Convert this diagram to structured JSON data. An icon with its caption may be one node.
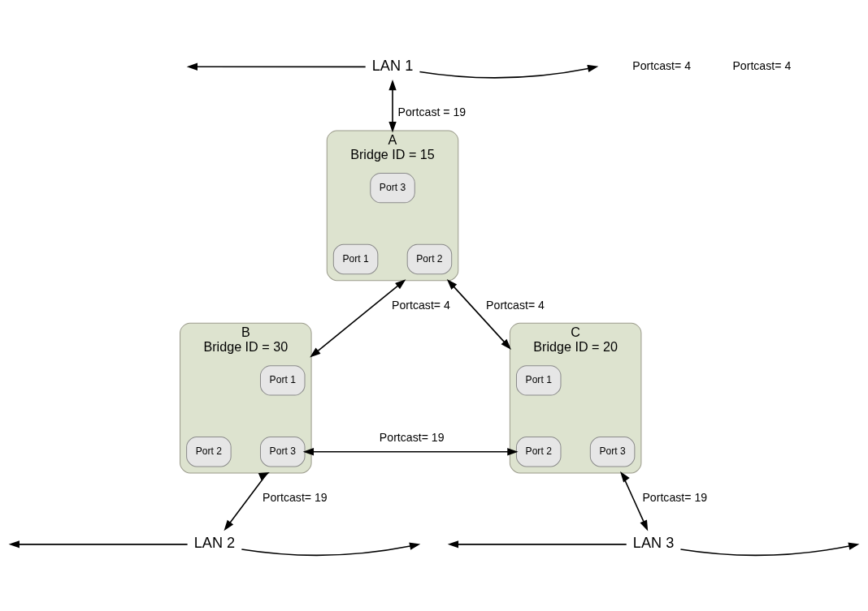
{
  "diagram": {
    "nodes": [
      {
        "text": [
          "LAN 1"
        ]
      },
      {
        "text": [
          "A",
          "Bridge ID = 15"
        ]
      },
      {
        "text": [
          "Port 3"
        ],
        "in": 1
      },
      {
        "text": [
          "Port 1"
        ],
        "in": 1
      },
      {
        "text": [
          "Port 2"
        ],
        "in": 1
      },
      {
        "text": [
          "B",
          "Bridge ID = 30"
        ]
      },
      {
        "text": [
          "Port 1"
        ],
        "in": 5
      },
      {
        "text": [
          "Port 2"
        ],
        "in": 5
      },
      {
        "text": [
          "Port 3"
        ],
        "in": 5
      },
      {
        "text": [
          "C",
          "Bridge ID = 20"
        ]
      },
      {
        "text": [
          "Port 1"
        ],
        "in": 9
      },
      {
        "text": [
          "Port 2"
        ],
        "in": 9
      },
      {
        "text": [
          "Port 3"
        ],
        "in": 9
      },
      {
        "text": [
          "LAN 2"
        ]
      },
      {
        "text": [
          "LAN 3"
        ]
      }
    ],
    "edges": [
      {
        "from": 0,
        "to": 1,
        "arrow": "both",
        "label": "Portcast = 19"
      },
      {
        "from": 1,
        "to": 5,
        "arrow": "both",
        "label": "Portcast= 4"
      },
      {
        "from": 1,
        "to": 9,
        "arrow": "both",
        "label": "Portcast= 4"
      },
      {
        "from": 8,
        "to": 11,
        "arrow": "both",
        "label": "Portcast= 19"
      },
      {
        "from": 5,
        "to": 13,
        "arrow": "both",
        "label": "Portcast= 19"
      },
      {
        "from": 9,
        "to": 14,
        "arrow": "both",
        "label": "Portcast= 19"
      },
      {
        "from": 0,
        "to": null,
        "arrow": "to"
      },
      {
        "from": 0,
        "to": null,
        "arrow": "to"
      },
      {
        "from": 13,
        "to": null,
        "arrow": "to"
      },
      {
        "from": 13,
        "to": null,
        "arrow": "to"
      },
      {
        "from": 14,
        "to": null,
        "arrow": "to"
      },
      {
        "from": 14,
        "to": null,
        "arrow": "to"
      }
    ],
    "labels": [
      "Portcast= 4",
      "Portcast= 4"
    ]
  }
}
